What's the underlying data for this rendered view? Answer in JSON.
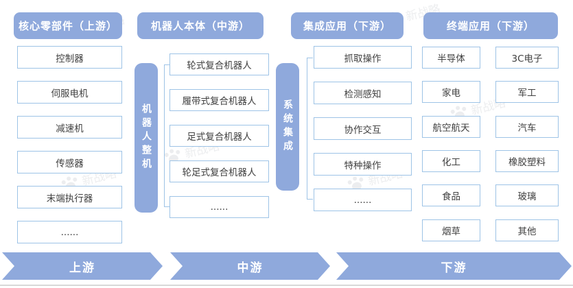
{
  "watermark": {
    "text": "新战略",
    "icon": "paw-icon"
  },
  "colors": {
    "accent_blue": "#8FA9DC",
    "box_border": "#9DC3E6",
    "box_text": "#404040",
    "arrow_text": "#FFFFFF",
    "baseline_gray": "#D8D8D8"
  },
  "columns": [
    {
      "header": "核心零部件（上游）",
      "items": [
        "控制器",
        "伺服电机",
        "减速机",
        "传感器",
        "末端执行器",
        "......"
      ]
    },
    {
      "header": "机器人本体（中游）",
      "side_label": "机器人整机",
      "items": [
        "轮式复合机器人",
        "履带式复合机器人",
        "足式复合机器人",
        "轮足式复合机器人",
        "......"
      ]
    },
    {
      "header": "集成应用（下游）",
      "side_label": "系统集成",
      "items": [
        "抓取操作",
        "检测感知",
        "协作交互",
        "特种操作",
        "......"
      ]
    },
    {
      "header": "终端应用（下游）",
      "items_left": [
        "半导体",
        "家电",
        "航空航天",
        "化工",
        "食品",
        "烟草"
      ],
      "items_right": [
        "3C电子",
        "军工",
        "汽车",
        "橡胶塑料",
        "玻璃",
        "其他"
      ]
    }
  ],
  "flow_arrows": [
    {
      "label": "上游"
    },
    {
      "label": "中游"
    },
    {
      "label": "下游"
    }
  ]
}
